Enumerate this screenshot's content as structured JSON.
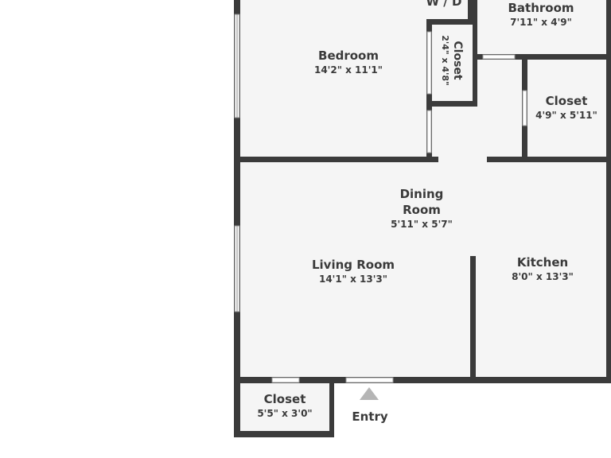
{
  "floorplan": {
    "wall_color": "#3b3b3b",
    "floor_color": "#f5f5f5",
    "rooms": {
      "wd": {
        "name": "W / D"
      },
      "bathroom": {
        "name": "Bathroom",
        "dims": "7'11\" x 4'9\""
      },
      "bedroom": {
        "name": "Bedroom",
        "dims": "14'2\" x 11'1\""
      },
      "closet_bedroom": {
        "name": "Closet",
        "dims": "2'4\" x 4'8\""
      },
      "closet_hall": {
        "name": "Closet",
        "dims": "4'9\" x 5'11\""
      },
      "dining": {
        "name_line1": "Dining",
        "name_line2": "Room",
        "dims": "5'11\" x 5'7\""
      },
      "living": {
        "name": "Living Room",
        "dims": "14'1\" x 13'3\""
      },
      "kitchen": {
        "name": "Kitchen",
        "dims": "8'0\" x 13'3\""
      },
      "closet_entry": {
        "name": "Closet",
        "dims": "5'5\" x 3'0\""
      }
    },
    "entry": {
      "label": "Entry"
    }
  }
}
